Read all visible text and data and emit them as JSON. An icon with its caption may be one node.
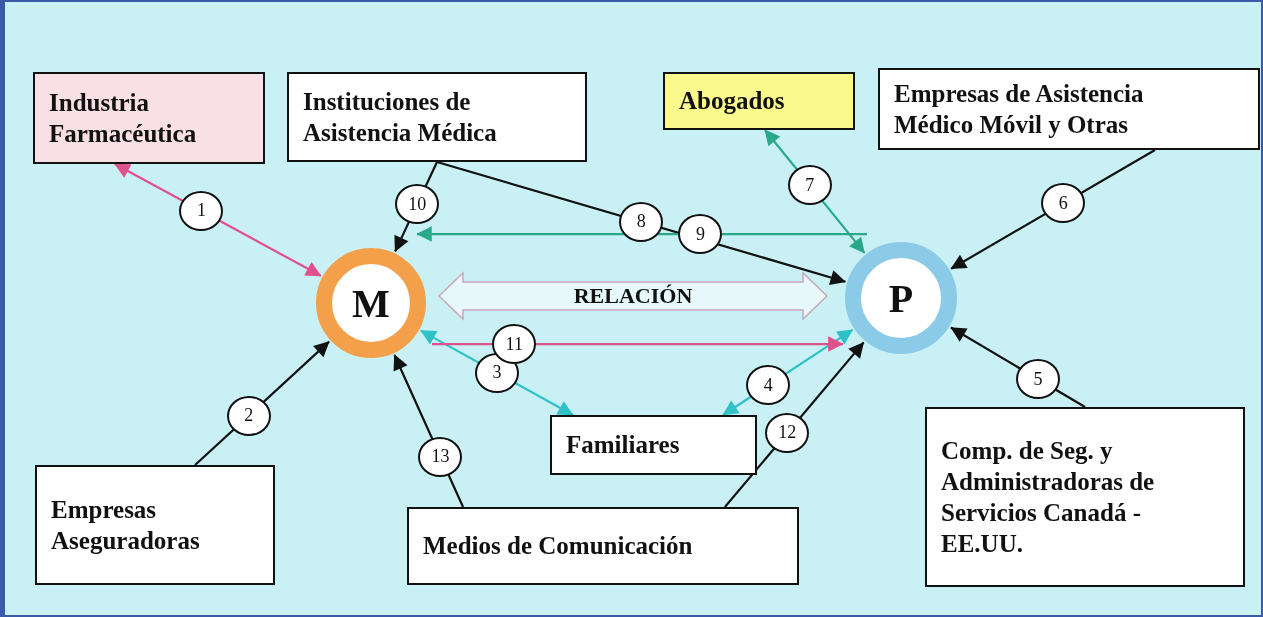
{
  "diagram": {
    "nodes": [
      {
        "text": [
          "Industria Farmacéutica"
        ]
      },
      {
        "text": [
          "Instituciones de Asistencia Médica"
        ]
      },
      {
        "text": [
          "Abogados"
        ]
      },
      {
        "text": [
          "Empresas de Asistencia Médico Móvil  y Otras"
        ]
      },
      {
        "text": [
          "M"
        ]
      },
      {
        "text": [
          "RELACIÓN"
        ]
      },
      {
        "text": [
          "P"
        ]
      },
      {
        "text": [
          "Familiares"
        ]
      },
      {
        "text": [
          "Empresas Aseguradoras"
        ]
      },
      {
        "text": [
          "Comp. de Seg. y Administradoras de Servicios Canadá - EE.UU."
        ]
      },
      {
        "text": [
          "Medios de Comunicación"
        ]
      }
    ],
    "edges": [
      {
        "from": 0,
        "to": 4,
        "arrow": "both",
        "label": "1",
        "color": "#e0508a"
      },
      {
        "from": 8,
        "to": 4,
        "arrow": "to",
        "label": "2"
      },
      {
        "from": 4,
        "to": 7,
        "arrow": "both",
        "label": "3",
        "color": "#30c0c8"
      },
      {
        "from": 7,
        "to": 6,
        "arrow": "both",
        "label": "4",
        "color": "#30c0c8"
      },
      {
        "from": 9,
        "to": 6,
        "arrow": "to",
        "label": "5"
      },
      {
        "from": 3,
        "to": 6,
        "arrow": "to",
        "label": "6"
      },
      {
        "from": 2,
        "to": 6,
        "arrow": "both",
        "label": "7",
        "color": "#2aa88a"
      },
      {
        "from": 1,
        "to": 6,
        "arrow": "to",
        "label": "8"
      },
      {
        "from": 6,
        "to": 4,
        "arrow": "to",
        "label": "9",
        "color": "#2aa88a"
      },
      {
        "from": 1,
        "to": 4,
        "arrow": "to",
        "label": "10"
      },
      {
        "from": 4,
        "to": 6,
        "arrow": "to",
        "label": "11",
        "color": "#e0508a"
      },
      {
        "from": 10,
        "to": 6,
        "arrow": "to",
        "label": "12"
      },
      {
        "from": 10,
        "to": 4,
        "arrow": "to",
        "label": "13"
      }
    ]
  }
}
